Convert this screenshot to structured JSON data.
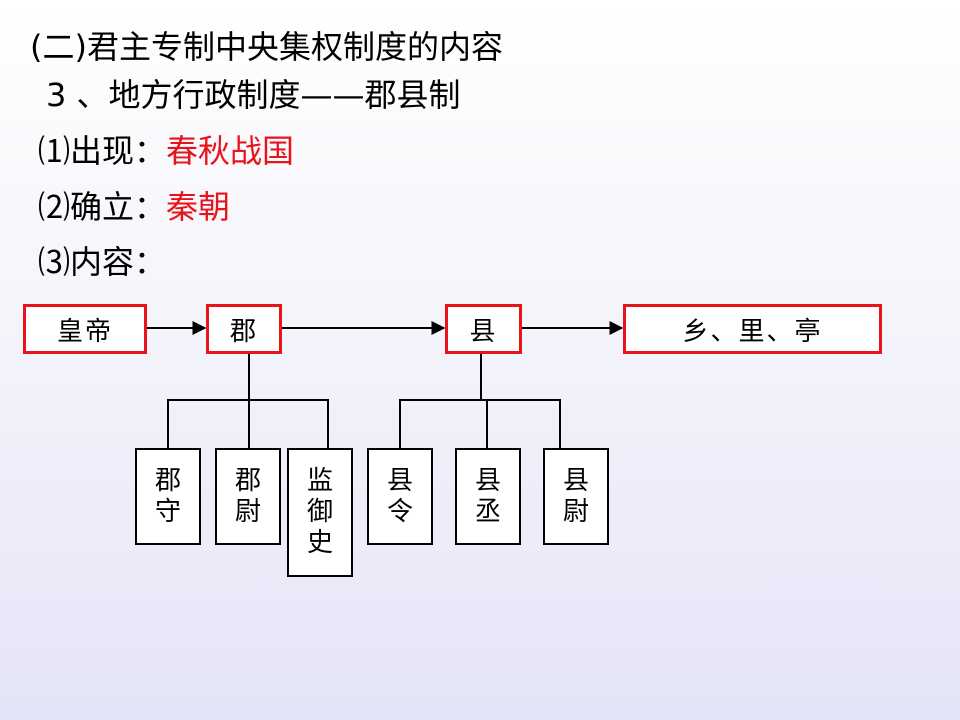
{
  "heading": {
    "title": "(二)君主专制中央集权制度的内容",
    "subtitle": "3 、地方行政制度——郡县制"
  },
  "points": [
    {
      "label": "⑴出现：",
      "value": "春秋战国"
    },
    {
      "label": "⑵确立：",
      "value": "秦朝"
    },
    {
      "label": "⑶内容：",
      "value": ""
    }
  ],
  "diagram": {
    "main_boxes": [
      "皇帝",
      "郡",
      "县",
      "乡、里、亭"
    ],
    "jun_officials": [
      "郡守",
      "郡尉",
      "监御史"
    ],
    "xian_officials": [
      "县令",
      "县丞",
      "县尉"
    ]
  },
  "colors": {
    "accent": "#e8141c",
    "text": "#000000"
  }
}
